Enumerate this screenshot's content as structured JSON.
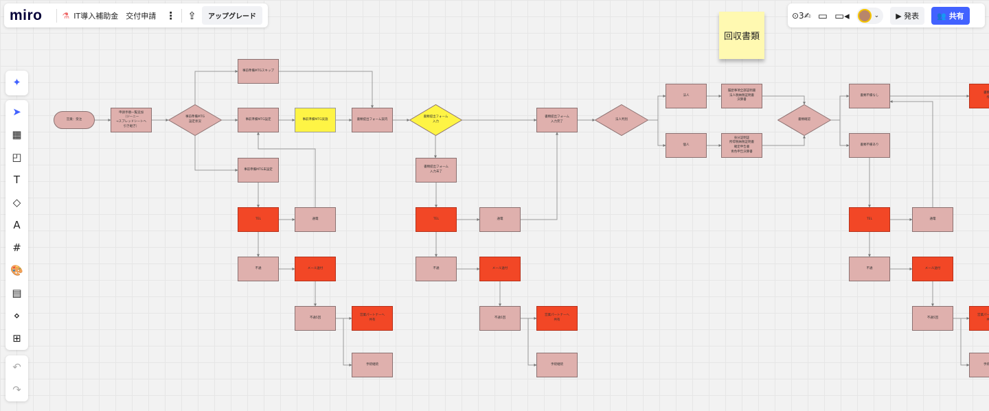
{
  "header": {
    "logo": "miro",
    "board_title": "IT導入補助金　交付申請",
    "upgrade_label": "アップグレード",
    "present_label": "発表",
    "share_label": "共有"
  },
  "sticky_note": "回収書類",
  "nodes": {
    "start": "営業：受注",
    "n1": "申請手順一覧追加\n（ジーニー\n→スプレッドシートへ\n引き継ぎ）",
    "d1": "事前準備MTG\n設定状況",
    "n2": "事前準備MTGスキップ",
    "n3": "事前準備MTG設定",
    "n4": "事前準備MTG実施",
    "n5": "書類提出フォーム案内",
    "n6": "事前準備MTG未設定",
    "n7": "TEL",
    "n8": "通電",
    "n9": "不通",
    "n10": "メール送付",
    "n11": "不通5回",
    "n12": "営業パートナーへ\n共有",
    "n13": "手続継続",
    "d2": "書類提出フォーム\n入力",
    "n14": "書類提出フォーム\n入力未了",
    "n15": "TEL",
    "n16": "通電",
    "n17": "書類提出フォーム\n入力完了",
    "n18": "不通",
    "n19": "メール送付",
    "n20": "不通5回",
    "n21": "営業パートナーへ\n共有",
    "n22": "手続継続",
    "d3": "法人判別",
    "n23": "法人",
    "n24": "個人",
    "n25": "履歴事項全部証明書\n法人税納税証明書\n決算書",
    "n26": "身分証明証\n所得税納税証明書\n確定申告書\n青色申告決算書",
    "d4": "書類確認",
    "n27": "書類不備なし",
    "n28": "書類不備あり",
    "n29": "書類提出\n作成",
    "n30": "TEL",
    "n31": "通電",
    "n32": "不通",
    "n33": "メール送付",
    "n34": "不通5回",
    "n35": "営業パートナーへ\n共有",
    "n36": "手続継続"
  },
  "colors": {
    "shape": "#dfb0ad",
    "red": "#f24726",
    "yellow": "#fef445",
    "accent": "#4262ff"
  }
}
